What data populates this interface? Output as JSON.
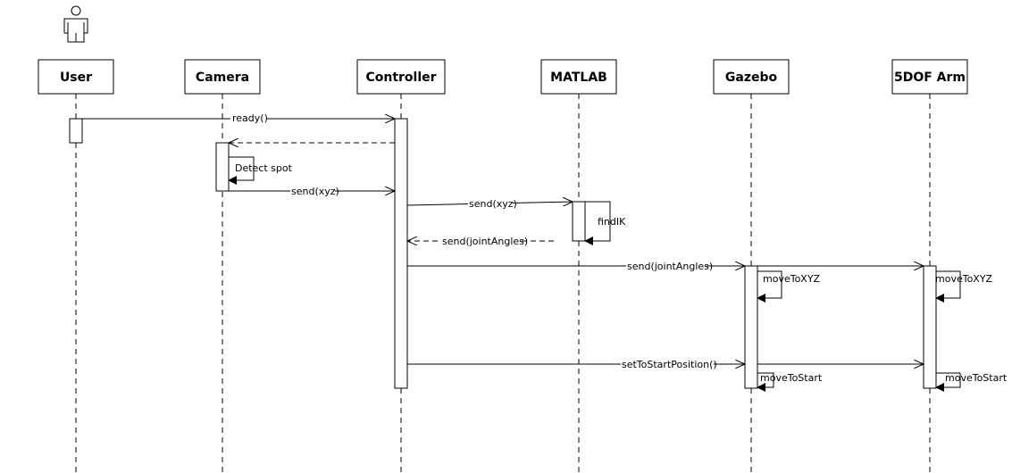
{
  "participants": {
    "user": "User",
    "camera": "Camera",
    "controller": "Controller",
    "matlab": "MATLAB",
    "gazebo": "Gazebo",
    "arm": "5DOF Arm"
  },
  "messages": {
    "ready": "ready()",
    "detect_spot": "Detect spot",
    "send_xyz_1": "send(xyz)",
    "send_xyz_2": "send(xyz)",
    "find_ik": "findIK",
    "send_joint_angles_return": "send(jointAngles)",
    "send_joint_angles": "send(jointAngles)",
    "move_to_xyz_gazebo": "moveToXYZ",
    "move_to_xyz_arm": "moveToXYZ",
    "set_to_start": "setToStartPosition()",
    "move_to_start_gazebo": "moveToStart",
    "move_to_start_arm": "moveToStart"
  }
}
